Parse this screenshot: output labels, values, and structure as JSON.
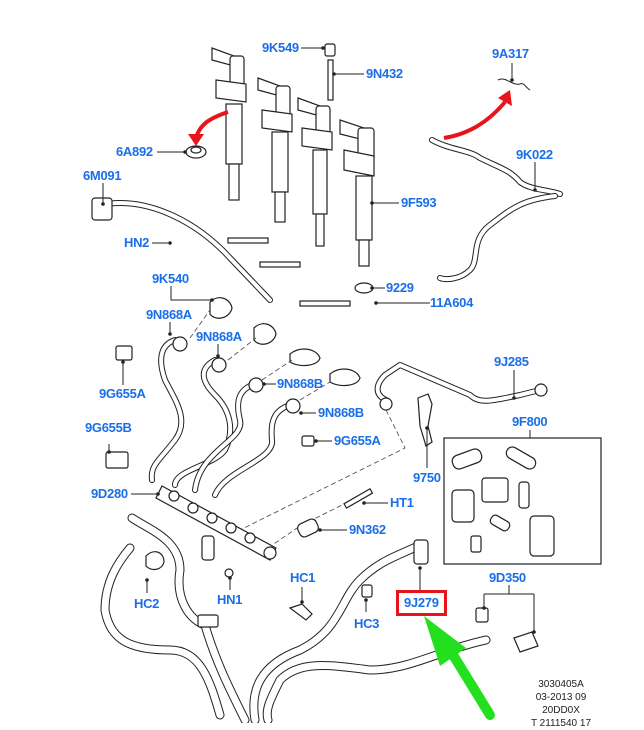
{
  "diagram": {
    "title": "Fuel injection system exploded parts diagram",
    "label_color": "#1a6fe8",
    "highlight_color": "#e8141b",
    "pointer_color": "#22e01e",
    "arrow_color": "#e8141b",
    "labels": {
      "9K549": "9K549",
      "9N432": "9N432",
      "9A317": "9A317",
      "6A892": "6A892",
      "9K022": "9K022",
      "6M091": "6M091",
      "9F593": "9F593",
      "HN2": "HN2",
      "9K540": "9K540",
      "9229": "9229",
      "11A604": "11A604",
      "9N868A_1": "9N868A",
      "9N868A_2": "9N868A",
      "9J285": "9J285",
      "9G655A_1": "9G655A",
      "9N868B_1": "9N868B",
      "9N868B_2": "9N868B",
      "9F800": "9F800",
      "9G655B": "9G655B",
      "9G655A_2": "9G655A",
      "9750": "9750",
      "9D280": "9D280",
      "HT1": "HT1",
      "9N362": "9N362",
      "HC1": "HC1",
      "9D350": "9D350",
      "HC2": "HC2",
      "HN1": "HN1",
      "9J279": "9J279",
      "HC3": "HC3"
    },
    "highlighted_part": "9J279",
    "footer": {
      "line1": "3030405A",
      "line2": "03-2013 09",
      "line3": "20DD0X",
      "line4": "T 2111540 17"
    }
  }
}
